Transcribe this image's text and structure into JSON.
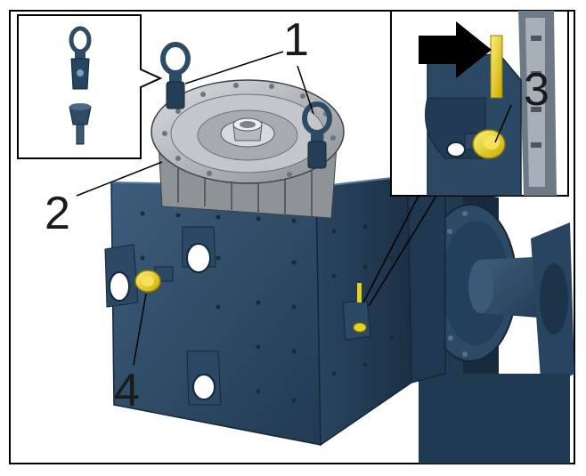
{
  "callouts": {
    "c1": "1",
    "c2": "2",
    "c3": "3",
    "c4": "4"
  },
  "colors": {
    "steel_blue": "#2e4b66",
    "steel_dark": "#1e3347",
    "steel_light": "#4a6985",
    "housing_gray": "#a9adb1",
    "highlight_yellow": "#e8d21c",
    "arrow": "#000000"
  },
  "icons": [
    "lifting-eye-icon",
    "arrow-icon",
    "plug-icon"
  ]
}
